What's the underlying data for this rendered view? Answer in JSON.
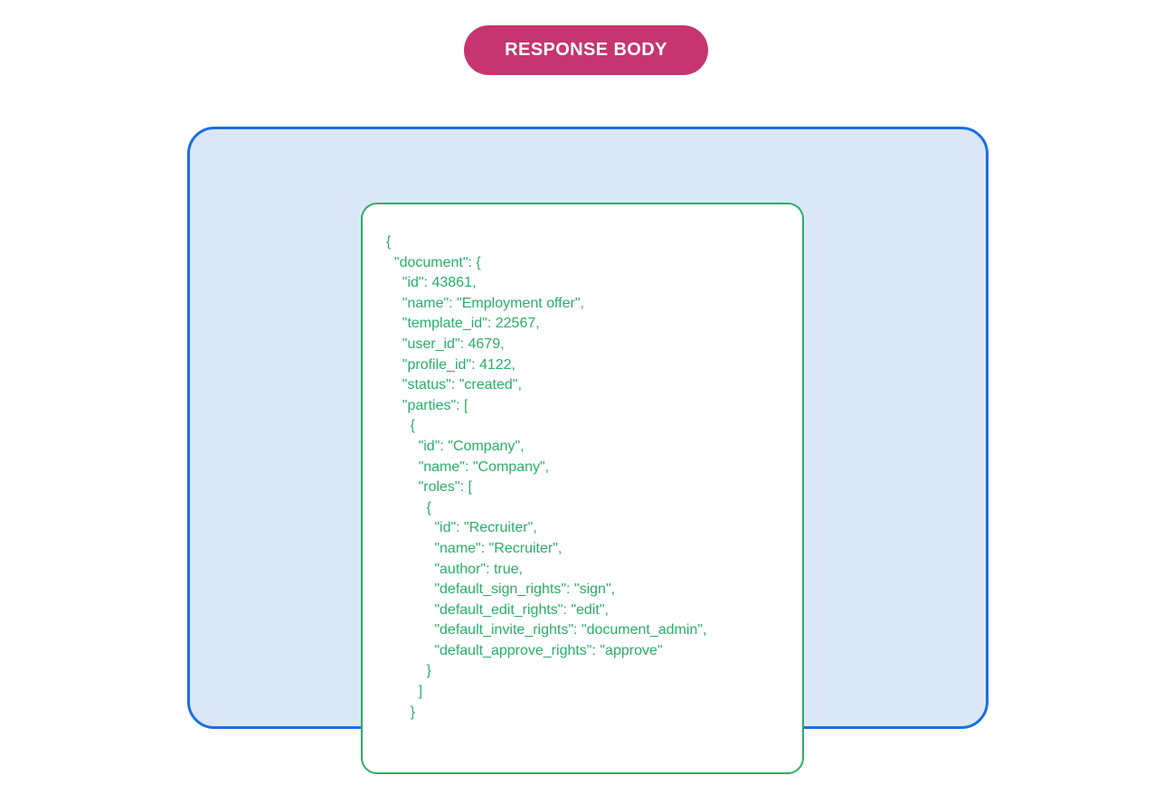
{
  "badge": {
    "label": "RESPONSE BODY"
  },
  "colors": {
    "page_bg": "#ffffff",
    "badge_bg": "#c63570",
    "badge_text": "#ffffff",
    "panel_bg": "#dbe7f7",
    "panel_border": "#1a70e0",
    "card_bg": "#ffffff",
    "card_border": "#2bae68",
    "code_text": "#2bae68"
  },
  "code": {
    "language": "json",
    "lines": [
      "{",
      "  \"document\": {",
      "    \"id\": 43861,",
      "    \"name\": \"Employment offer\",",
      "    \"template_id\": 22567,",
      "    \"user_id\": 4679,",
      "    \"profile_id\": 4122,",
      "    \"status\": \"created\",",
      "    \"parties\": [",
      "      {",
      "        \"id\": \"Company\",",
      "        \"name\": \"Company\",",
      "        \"roles\": [",
      "          {",
      "            \"id\": \"Recruiter\",",
      "            \"name\": \"Recruiter\",",
      "            \"author\": true,",
      "            \"default_sign_rights\": \"sign\",",
      "            \"default_edit_rights\": \"edit\",",
      "            \"default_invite_rights\": \"document_admin\",",
      "            \"default_approve_rights\": \"approve\"",
      "          }",
      "        ]",
      "      }"
    ]
  }
}
